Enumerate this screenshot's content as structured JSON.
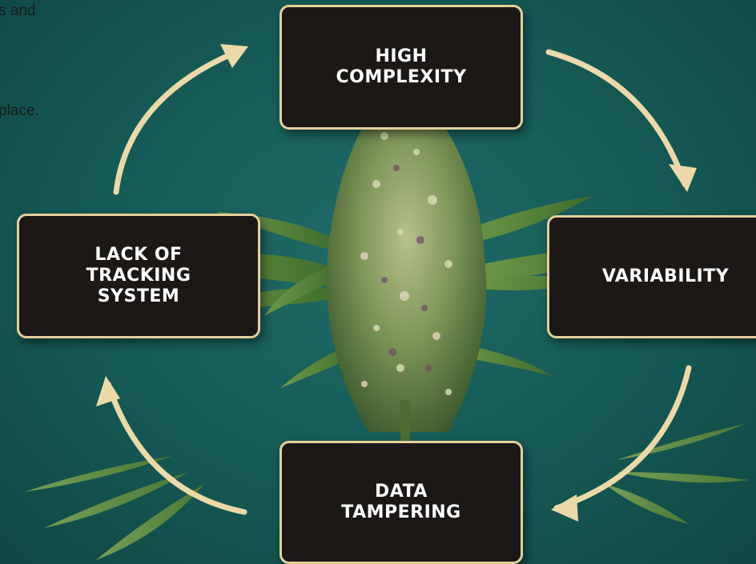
{
  "intro_text": {
    "line1": "s and",
    "line2": "place."
  },
  "cycle": {
    "top": {
      "line1": "HIGH",
      "line2": "COMPLEXITY"
    },
    "right": {
      "line1": "VARIABILITY"
    },
    "bottom": {
      "line1": "DATA",
      "line2": "TAMPERING"
    },
    "left": {
      "line1": "LACK OF",
      "line2": "TRACKING",
      "line3": "SYSTEM"
    }
  },
  "colors": {
    "background": "#155955",
    "box_fill": "#1b1816",
    "box_border": "#e6cf9a",
    "arrow": "#ecd9a8",
    "leaf": "#5f8a3f",
    "bud": "#7c9557"
  },
  "icons": [
    "cannabis-plant-image",
    "cannabis-leaf-icon",
    "cycle-arrow-icon"
  ]
}
